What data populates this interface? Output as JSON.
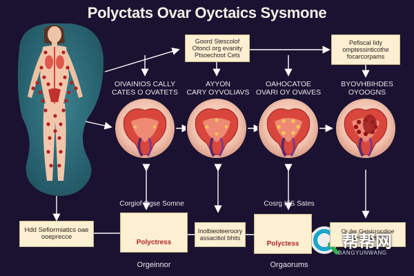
{
  "title": "Polyctats Ovar Oyctaics Sysmone",
  "colors": {
    "background": "#1a1230",
    "body_halo": "#2f6b78",
    "organ_ring": "#e7b9a6",
    "uterus": "#d9473c",
    "cyst": "#b51f22",
    "box_fill": "#fdf0d2",
    "arrow": "#ffffff"
  },
  "top_boxes": {
    "center": "Goord Stescolof\nOtoncl org evanity\nPtsoechoot Cets",
    "right": "Pefiscal Iidy\nomptessinticothe\nfocarcorpams"
  },
  "stage_labels": [
    "OIVAINIOS CALLY\nCATES O OVATETS",
    "AYYON\nCARY OYVOLIAVS",
    "OAHOCATOE\nOVARI OY OVAVES",
    "BYOVHBIHDES\nOYOOGNS"
  ],
  "mid_labels": {
    "left": "Corgiof Ogse Somne",
    "right": "Cosrg KiS Sates"
  },
  "bottom_boxes": {
    "left": "Hdd Sefiormiatics oae\nooeprecce",
    "polyctress_1": "Polyctress",
    "center": "Inolbieoteeroory\nassacitiol bhits",
    "polyctress_2": "Polyctess",
    "right": "Or iler Geisicrocdioe\ncoriaclonfiles"
  },
  "footer_labels": {
    "left": "Orgeinnor",
    "right": "Orgaorums"
  },
  "watermark": {
    "text": "帮帮网",
    "subtext": "BANGYUNWANG",
    "icon": "q-logo-icon"
  }
}
